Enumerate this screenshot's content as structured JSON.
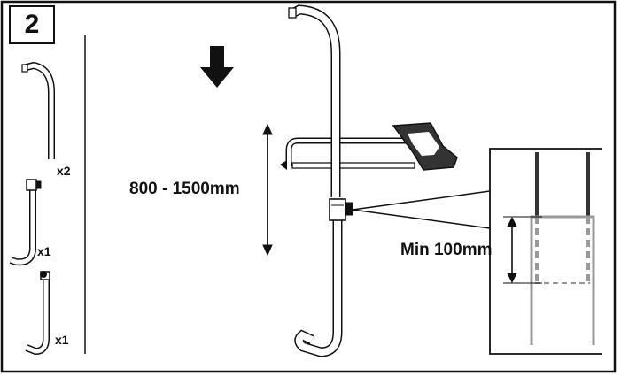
{
  "step": {
    "number": "2"
  },
  "parts": [
    {
      "name": "upper-rail",
      "quantity": "x2"
    },
    {
      "name": "lower-rail-with-clamp",
      "quantity": "x1"
    },
    {
      "name": "lower-rail-with-knob",
      "quantity": "x1"
    }
  ],
  "measurements": {
    "height_range": "800 - 1500mm",
    "min_insertion": "Min 100mm"
  },
  "icons": [
    "down-arrow-icon",
    "hacksaw-icon",
    "height-arrow-icon",
    "insertion-arrow-icon"
  ],
  "colors": {
    "line": "#111111",
    "saw_handle": "#333333",
    "detail_grey": "#999999"
  }
}
